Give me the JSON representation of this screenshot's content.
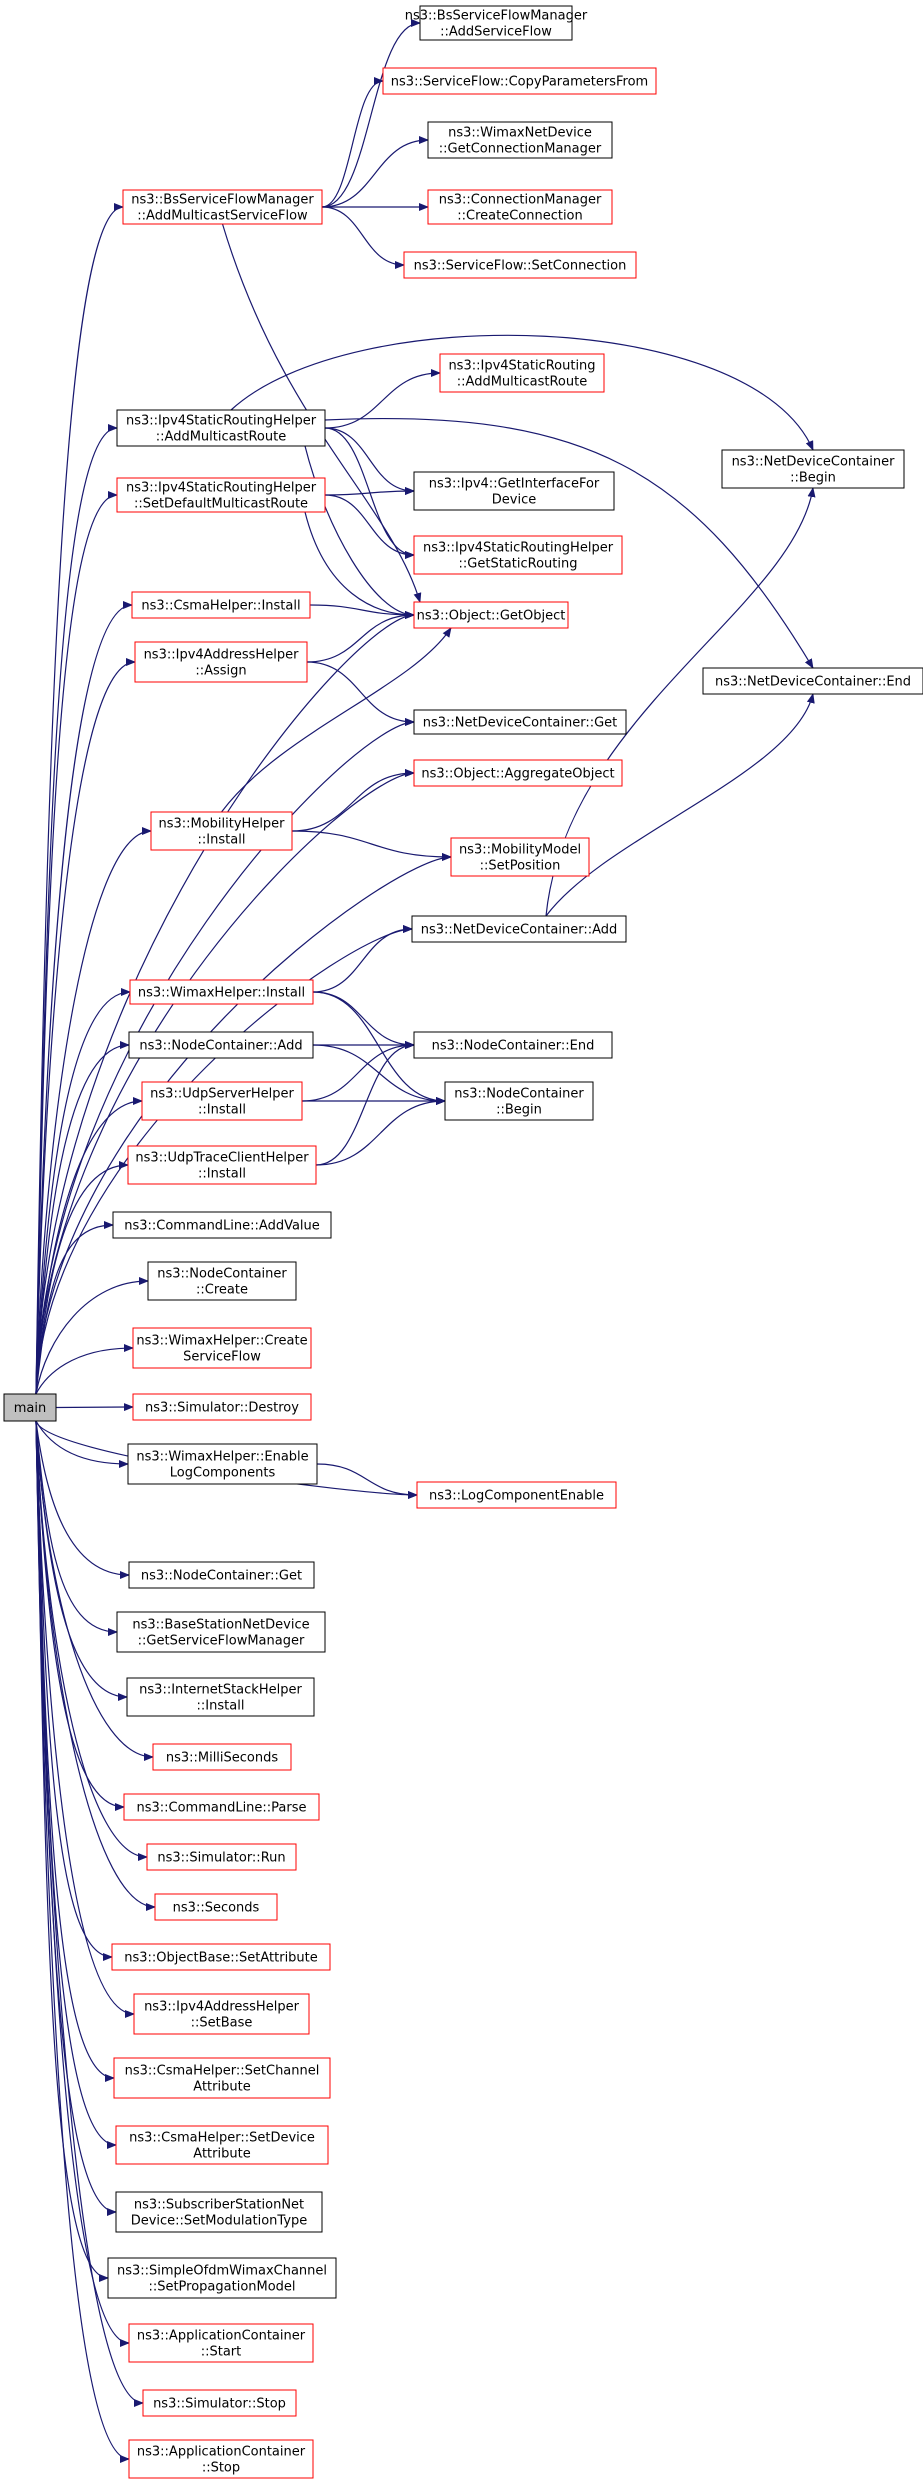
{
  "nodes": [
    {
      "id": "main",
      "lines": [
        "main"
      ],
      "style": "root"
    },
    {
      "id": "bs_addmcsf",
      "lines": [
        "ns3::BsServiceFlowManager",
        "::AddMulticastServiceFlow"
      ],
      "style": "red"
    },
    {
      "id": "bs_addsf",
      "lines": [
        "ns3::BsServiceFlowManager",
        "::AddServiceFlow"
      ],
      "style": "black"
    },
    {
      "id": "sf_copy",
      "lines": [
        "ns3::ServiceFlow::CopyParametersFrom"
      ],
      "style": "red"
    },
    {
      "id": "wnd_getcm",
      "lines": [
        "ns3::WimaxNetDevice",
        "::GetConnectionManager"
      ],
      "style": "black"
    },
    {
      "id": "cm_create",
      "lines": [
        "ns3::ConnectionManager",
        "::CreateConnection"
      ],
      "style": "red"
    },
    {
      "id": "sf_setconn",
      "lines": [
        "ns3::ServiceFlow::SetConnection"
      ],
      "style": "red"
    },
    {
      "id": "v4sr_addmr",
      "lines": [
        "ns3::Ipv4StaticRouting",
        "::AddMulticastRoute"
      ],
      "style": "red"
    },
    {
      "id": "v4srh_addmr",
      "lines": [
        "ns3::Ipv4StaticRoutingHelper",
        "::AddMulticastRoute"
      ],
      "style": "black"
    },
    {
      "id": "ndc_begin",
      "lines": [
        "ns3::NetDeviceContainer",
        "::Begin"
      ],
      "style": "black"
    },
    {
      "id": "v4_getif",
      "lines": [
        "ns3::Ipv4::GetInterfaceFor",
        "Device"
      ],
      "style": "black"
    },
    {
      "id": "v4srh_setdef",
      "lines": [
        "ns3::Ipv4StaticRoutingHelper",
        "::SetDefaultMulticastRoute"
      ],
      "style": "red"
    },
    {
      "id": "v4srh_getsr",
      "lines": [
        "ns3::Ipv4StaticRoutingHelper",
        "::GetStaticRouting"
      ],
      "style": "red"
    },
    {
      "id": "csma_install",
      "lines": [
        "ns3::CsmaHelper::Install"
      ],
      "style": "red"
    },
    {
      "id": "obj_getobj",
      "lines": [
        "ns3::Object::GetObject"
      ],
      "style": "red"
    },
    {
      "id": "ndc_end",
      "lines": [
        "ns3::NetDeviceContainer::End"
      ],
      "style": "black"
    },
    {
      "id": "v4ah_assign",
      "lines": [
        "ns3::Ipv4AddressHelper",
        "::Assign"
      ],
      "style": "red"
    },
    {
      "id": "ndc_get",
      "lines": [
        "ns3::NetDeviceContainer::Get"
      ],
      "style": "black"
    },
    {
      "id": "obj_aggr",
      "lines": [
        "ns3::Object::AggregateObject"
      ],
      "style": "red"
    },
    {
      "id": "mob_install",
      "lines": [
        "ns3::MobilityHelper",
        "::Install"
      ],
      "style": "red"
    },
    {
      "id": "mm_setpos",
      "lines": [
        "ns3::MobilityModel",
        "::SetPosition"
      ],
      "style": "red"
    },
    {
      "id": "ndc_add",
      "lines": [
        "ns3::NetDeviceContainer::Add"
      ],
      "style": "black"
    },
    {
      "id": "wimax_install",
      "lines": [
        "ns3::WimaxHelper::Install"
      ],
      "style": "red"
    },
    {
      "id": "nc_add",
      "lines": [
        "ns3::NodeContainer::Add"
      ],
      "style": "black"
    },
    {
      "id": "nc_end",
      "lines": [
        "ns3::NodeContainer::End"
      ],
      "style": "black"
    },
    {
      "id": "udpsrv_install",
      "lines": [
        "ns3::UdpServerHelper",
        "::Install"
      ],
      "style": "red"
    },
    {
      "id": "nc_begin",
      "lines": [
        "ns3::NodeContainer",
        "::Begin"
      ],
      "style": "black"
    },
    {
      "id": "udptc_install",
      "lines": [
        "ns3::UdpTraceClientHelper",
        "::Install"
      ],
      "style": "red"
    },
    {
      "id": "cl_addval",
      "lines": [
        "ns3::CommandLine::AddValue"
      ],
      "style": "black"
    },
    {
      "id": "nc_create",
      "lines": [
        "ns3::NodeContainer",
        "::Create"
      ],
      "style": "black"
    },
    {
      "id": "wimax_createsf",
      "lines": [
        "ns3::WimaxHelper::Create",
        "ServiceFlow"
      ],
      "style": "red"
    },
    {
      "id": "sim_destroy",
      "lines": [
        "ns3::Simulator::Destroy"
      ],
      "style": "red"
    },
    {
      "id": "wimax_enablelog",
      "lines": [
        "ns3::WimaxHelper::Enable",
        "LogComponents"
      ],
      "style": "black"
    },
    {
      "id": "logcomp_enable",
      "lines": [
        "ns3::LogComponentEnable"
      ],
      "style": "red"
    },
    {
      "id": "nc_get",
      "lines": [
        "ns3::NodeContainer::Get"
      ],
      "style": "black"
    },
    {
      "id": "bsnd_getsfm",
      "lines": [
        "ns3::BaseStationNetDevice",
        "::GetServiceFlowManager"
      ],
      "style": "black"
    },
    {
      "id": "ish_install",
      "lines": [
        "ns3::InternetStackHelper",
        "::Install"
      ],
      "style": "black"
    },
    {
      "id": "millisec",
      "lines": [
        "ns3::MilliSeconds"
      ],
      "style": "red"
    },
    {
      "id": "cl_parse",
      "lines": [
        "ns3::CommandLine::Parse"
      ],
      "style": "red"
    },
    {
      "id": "sim_run",
      "lines": [
        "ns3::Simulator::Run"
      ],
      "style": "red"
    },
    {
      "id": "seconds",
      "lines": [
        "ns3::Seconds"
      ],
      "style": "red"
    },
    {
      "id": "ob_setattr",
      "lines": [
        "ns3::ObjectBase::SetAttribute"
      ],
      "style": "red"
    },
    {
      "id": "v4ah_setbase",
      "lines": [
        "ns3::Ipv4AddressHelper",
        "::SetBase"
      ],
      "style": "red"
    },
    {
      "id": "csma_setch",
      "lines": [
        "ns3::CsmaHelper::SetChannel",
        "Attribute"
      ],
      "style": "red"
    },
    {
      "id": "csma_setdev",
      "lines": [
        "ns3::CsmaHelper::SetDevice",
        "Attribute"
      ],
      "style": "red"
    },
    {
      "id": "ssnd_setmod",
      "lines": [
        "ns3::SubscriberStationNet",
        "Device::SetModulationType"
      ],
      "style": "black"
    },
    {
      "id": "sowc_setprop",
      "lines": [
        "ns3::SimpleOfdmWimaxChannel",
        "::SetPropagationModel"
      ],
      "style": "black"
    },
    {
      "id": "ac_start",
      "lines": [
        "ns3::ApplicationContainer",
        "::Start"
      ],
      "style": "red"
    },
    {
      "id": "sim_stop",
      "lines": [
        "ns3::Simulator::Stop"
      ],
      "style": "red"
    },
    {
      "id": "ac_stop",
      "lines": [
        "ns3::ApplicationContainer",
        "::Stop"
      ],
      "style": "red"
    }
  ],
  "colors": {
    "edge": "#191970",
    "red_border": "#ff0000",
    "black_border": "#000000",
    "root_fill": "#bfbfbf"
  }
}
